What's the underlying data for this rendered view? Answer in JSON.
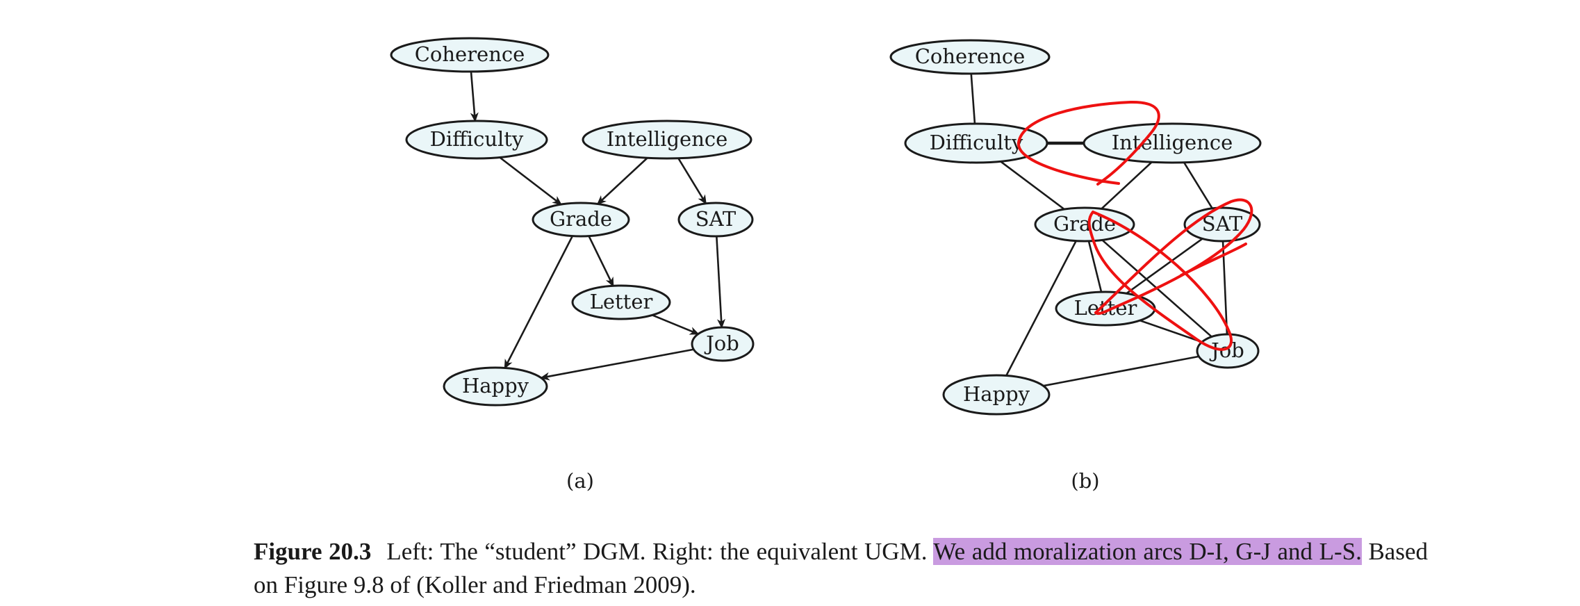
{
  "panels": [
    {
      "id": "a",
      "label": "(a)",
      "nodes": [
        {
          "id": "C",
          "label": "Coherence"
        },
        {
          "id": "D",
          "label": "Difficulty"
        },
        {
          "id": "I",
          "label": "Intelligence"
        },
        {
          "id": "G",
          "label": "Grade"
        },
        {
          "id": "S",
          "label": "SAT"
        },
        {
          "id": "L",
          "label": "Letter"
        },
        {
          "id": "J",
          "label": "Job"
        },
        {
          "id": "H",
          "label": "Happy"
        }
      ],
      "edges": [
        {
          "from": "C",
          "to": "D",
          "directed": true
        },
        {
          "from": "D",
          "to": "G",
          "directed": true
        },
        {
          "from": "I",
          "to": "G",
          "directed": true
        },
        {
          "from": "I",
          "to": "S",
          "directed": true
        },
        {
          "from": "G",
          "to": "L",
          "directed": true
        },
        {
          "from": "G",
          "to": "H",
          "directed": true
        },
        {
          "from": "S",
          "to": "J",
          "directed": true
        },
        {
          "from": "L",
          "to": "J",
          "directed": true
        },
        {
          "from": "J",
          "to": "H",
          "directed": true
        }
      ]
    },
    {
      "id": "b",
      "label": "(b)",
      "nodes": [
        {
          "id": "C",
          "label": "Coherence"
        },
        {
          "id": "D",
          "label": "Difficulty"
        },
        {
          "id": "I",
          "label": "Intelligence"
        },
        {
          "id": "G",
          "label": "Grade"
        },
        {
          "id": "S",
          "label": "SAT"
        },
        {
          "id": "L",
          "label": "Letter"
        },
        {
          "id": "J",
          "label": "Job"
        },
        {
          "id": "H",
          "label": "Happy"
        }
      ],
      "edges": [
        {
          "from": "C",
          "to": "D",
          "directed": false
        },
        {
          "from": "D",
          "to": "I",
          "directed": false,
          "emphasis": true
        },
        {
          "from": "D",
          "to": "G",
          "directed": false
        },
        {
          "from": "I",
          "to": "G",
          "directed": false
        },
        {
          "from": "I",
          "to": "S",
          "directed": false
        },
        {
          "from": "G",
          "to": "L",
          "directed": false
        },
        {
          "from": "G",
          "to": "J",
          "directed": false
        },
        {
          "from": "G",
          "to": "H",
          "directed": false
        },
        {
          "from": "S",
          "to": "L",
          "directed": false
        },
        {
          "from": "S",
          "to": "J",
          "directed": false
        },
        {
          "from": "L",
          "to": "J",
          "directed": false
        },
        {
          "from": "H",
          "to": "J",
          "directed": false
        }
      ],
      "annotations": [
        "red-hand-drawn-circle",
        "red-hand-drawn-circle",
        "red-hand-drawn-circle"
      ]
    }
  ],
  "caption": {
    "figure_number": "Figure 20.3",
    "text_plain": "Left: The “student” DGM. Right: the equivalent UGM. ",
    "text_highlighted": "We add moralization arcs D-I, G-J and L-S.",
    "text_tail": " Based on Figure 9.8 of (Koller and Friedman 2009).",
    "highlight_color": "#c99be0"
  },
  "colors": {
    "node_fill": "#eaf6f8",
    "ink_red": "#ee1111"
  }
}
